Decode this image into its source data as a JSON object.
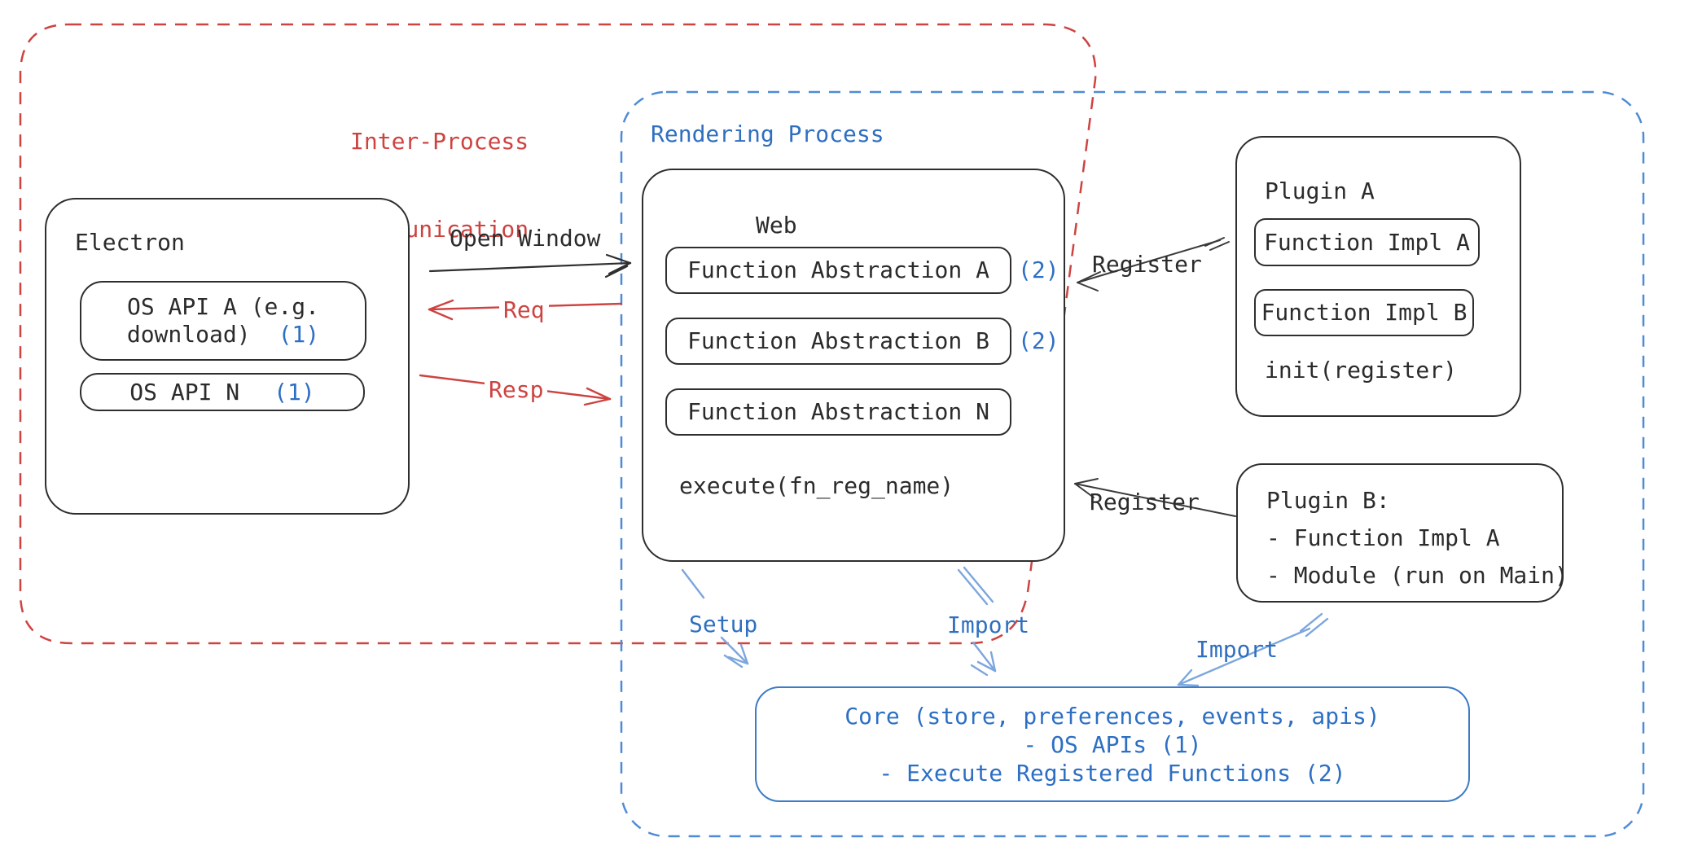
{
  "regions": {
    "ipc": {
      "label_line1": "Inter-Process",
      "label_line2": "Communication"
    },
    "rendering": {
      "label": "Rendering Process"
    }
  },
  "electron": {
    "title": "Electron",
    "api_a": {
      "line1": "OS API A (e.g.",
      "line2": "download)",
      "badge": "(1)"
    },
    "api_n": {
      "label": "OS API N",
      "badge": "(1)"
    }
  },
  "web": {
    "title": "Web",
    "abstractions": [
      {
        "label": "Function Abstraction A",
        "badge": "(2)"
      },
      {
        "label": "Function Abstraction B",
        "badge": "(2)"
      },
      {
        "label": "Function Abstraction N",
        "badge": ""
      }
    ],
    "execute_label": "execute(fn_reg_name)"
  },
  "plugin_a": {
    "title": "Plugin A",
    "impl_a": "Function Impl A",
    "impl_b": "Function Impl B",
    "init_label": "init(register)"
  },
  "plugin_b": {
    "line1": "Plugin B:",
    "line2": "- Function Impl A",
    "line3": "- Module (run on Main)"
  },
  "core": {
    "line1": "Core (store, preferences, events, apis)",
    "line2": "- OS APIs (1)",
    "line3": "- Execute Registered Functions (2)"
  },
  "arrows": {
    "open_window": "Open Window",
    "req": "Req",
    "resp": "Resp",
    "register_top": "Register",
    "register_bottom": "Register",
    "setup": "Setup",
    "import_web": "Import",
    "import_plugin_b": "Import"
  },
  "colors": {
    "red": "#cd4341",
    "blue": "#2f6fc0",
    "badge_blue": "#2d6fc4",
    "arrow_blue": "#7ca6de",
    "ink": "#2b2b2b"
  }
}
